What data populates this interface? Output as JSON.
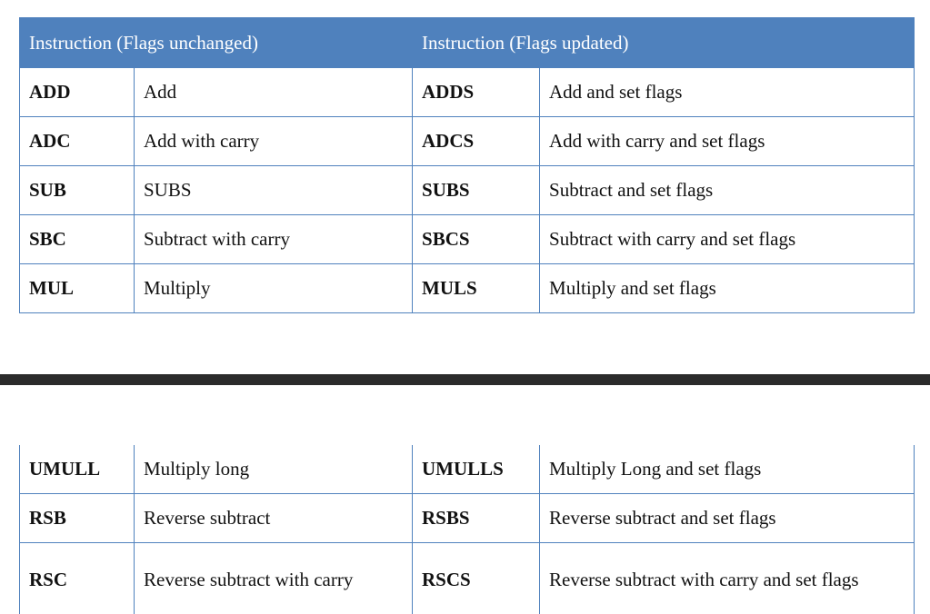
{
  "top_table": {
    "headers": [
      "Instruction (Flags unchanged)",
      "Instruction (Flags updated)"
    ],
    "rows": [
      {
        "op": "ADD",
        "desc": "Add",
        "op_s": "ADDS",
        "desc_s": "Add and set flags"
      },
      {
        "op": "ADC",
        "desc": "Add with carry",
        "op_s": "ADCS",
        "desc_s": "Add with carry and set flags"
      },
      {
        "op": "SUB",
        "desc": "SUBS",
        "op_s": "SUBS",
        "desc_s": "Subtract and set flags"
      },
      {
        "op": "SBC",
        "desc": "Subtract with carry",
        "op_s": "SBCS",
        "desc_s": "Subtract with carry and set flags"
      },
      {
        "op": "MUL",
        "desc": "Multiply",
        "op_s": "MULS",
        "desc_s": "Multiply and set flags"
      }
    ]
  },
  "bottom_table": {
    "rows": [
      {
        "op": "UMULL",
        "desc": "Multiply long",
        "op_s": "UMULLS",
        "desc_s": "Multiply Long and set flags"
      },
      {
        "op": "RSB",
        "desc": "Reverse subtract",
        "op_s": "RSBS",
        "desc_s": "Reverse subtract and set flags"
      },
      {
        "op": "RSC",
        "desc": "Reverse subtract with carry",
        "op_s": "RSCS",
        "desc_s": "Reverse subtract with carry and set flags"
      }
    ]
  },
  "colors": {
    "header_bg": "#4f81bd",
    "border": "#4f81bd",
    "page_gap": "#2b2b2b"
  }
}
